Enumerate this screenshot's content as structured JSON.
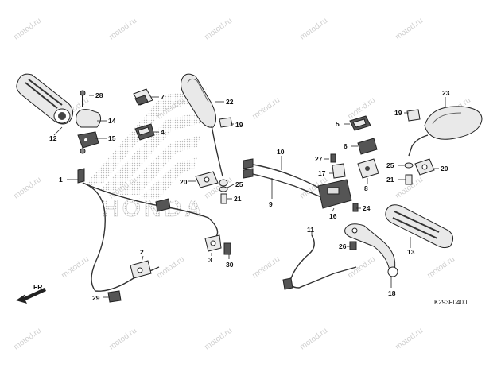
{
  "watermark": "motod.ru",
  "logo_text": "HONDA",
  "direction_label": "FR.",
  "diagram_code": "K293F0400",
  "labels": {
    "n1": "1",
    "n2": "2",
    "n3": "3",
    "n4": "4",
    "n5": "5",
    "n6": "6",
    "n7": "7",
    "n8": "8",
    "n9": "9",
    "n10": "10",
    "n11": "11",
    "n12": "12",
    "n13": "13",
    "n14": "14",
    "n15": "15",
    "n16": "16",
    "n17": "17",
    "n18": "18",
    "n19a": "19",
    "n19b": "19",
    "n20a": "20",
    "n20b": "20",
    "n21a": "21",
    "n21b": "21",
    "n22": "22",
    "n23": "23",
    "n24": "24",
    "n25a": "25",
    "n25b": "25",
    "n26": "26",
    "n27": "27",
    "n28": "28",
    "n29": "29",
    "n30": "30"
  }
}
